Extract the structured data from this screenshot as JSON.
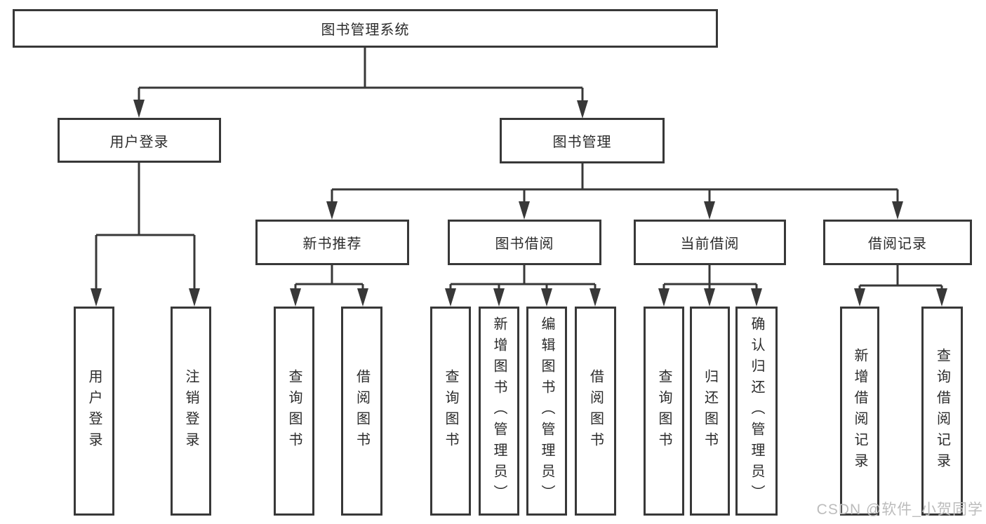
{
  "tree": {
    "root": "图书管理系统",
    "children": [
      {
        "label": "用户登录",
        "children": [
          "用户登录",
          "注销登录"
        ]
      },
      {
        "label": "图书管理",
        "children": [
          {
            "label": "新书推荐",
            "children": [
              "查询图书",
              "借阅图书"
            ]
          },
          {
            "label": "图书借阅",
            "children": [
              "查询图书",
              "新增图书（管理员）",
              "编辑图书（管理员）",
              "借阅图书"
            ]
          },
          {
            "label": "当前借阅",
            "children": [
              "查询图书",
              "归还图书",
              "确认归还（管理员）"
            ]
          },
          {
            "label": "借阅记录",
            "children": [
              "新增借阅记录",
              "查询借阅记录"
            ]
          }
        ]
      }
    ]
  },
  "watermark": "CSDN @软件_小贺同学",
  "colors": {
    "line": "#383838",
    "box_border": "#383838",
    "text": "#2b2b2b",
    "watermark": "#bcbcbc",
    "background": "#ffffff"
  }
}
